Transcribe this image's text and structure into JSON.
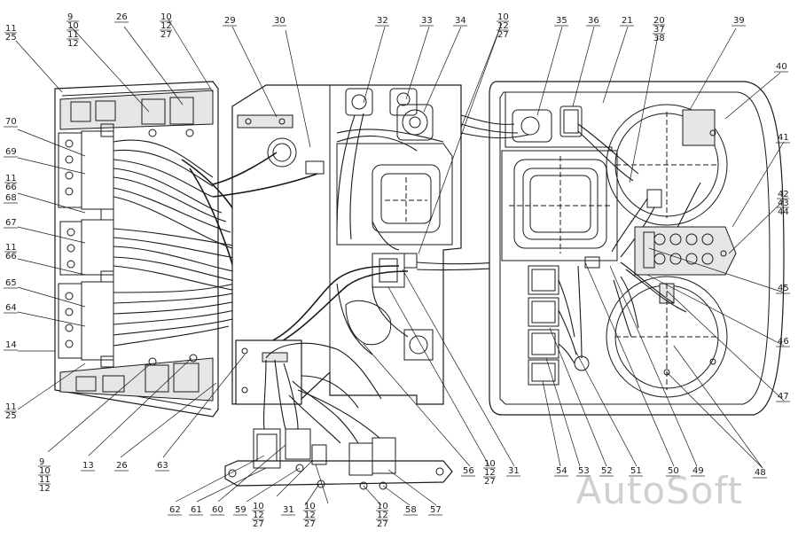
{
  "watermark": "AutoSoft",
  "labels": {
    "l11_25_tl": [
      "11",
      "25"
    ],
    "l9_top": [
      "9",
      "10",
      "11",
      "12"
    ],
    "l26_top": [
      "26"
    ],
    "l10_12_27_top": [
      "10",
      "12",
      "27"
    ],
    "l29": [
      "29"
    ],
    "l30": [
      "30"
    ],
    "l32": [
      "32"
    ],
    "l33": [
      "33"
    ],
    "l34": [
      "34"
    ],
    "l10_12_27_mid": [
      "10",
      "12",
      "27"
    ],
    "l35": [
      "35"
    ],
    "l36": [
      "36"
    ],
    "l21": [
      "21"
    ],
    "l20": [
      "20",
      "37",
      "38"
    ],
    "l39": [
      "39"
    ],
    "l40": [
      "40"
    ],
    "l70": [
      "70"
    ],
    "l69": [
      "69"
    ],
    "l11_66_a": [
      "11",
      "66"
    ],
    "l68": [
      "68"
    ],
    "l67": [
      "67"
    ],
    "l11_66_b": [
      "11",
      "66"
    ],
    "l65": [
      "65"
    ],
    "l64": [
      "64"
    ],
    "l14": [
      "14"
    ],
    "l11_25_bl": [
      "11",
      "25"
    ],
    "l41": [
      "41"
    ],
    "l42": [
      "42",
      "43",
      "44"
    ],
    "l45": [
      "45"
    ],
    "l46": [
      "46"
    ],
    "l47": [
      "47"
    ],
    "l48": [
      "48"
    ],
    "l9_bot": [
      "9",
      "10",
      "11",
      "12"
    ],
    "l13": [
      "13"
    ],
    "l26_bot": [
      "26"
    ],
    "l63": [
      "63"
    ],
    "l62": [
      "62"
    ],
    "l61": [
      "61"
    ],
    "l60": [
      "60"
    ],
    "l59": [
      "59"
    ],
    "l10_12_27_b1": [
      "10",
      "12",
      "27"
    ],
    "l31_b": [
      "31"
    ],
    "l10_12_27_b2": [
      "10",
      "12",
      "27"
    ],
    "l10_12_27_b3": [
      "10",
      "12",
      "27"
    ],
    "l58": [
      "58"
    ],
    "l57": [
      "57"
    ],
    "l56": [
      "56"
    ],
    "l10_12_27_b4": [
      "10",
      "12",
      "27"
    ],
    "l31_r": [
      "31"
    ],
    "l54": [
      "54"
    ],
    "l53": [
      "53"
    ],
    "l52": [
      "52"
    ],
    "l51": [
      "51"
    ],
    "l50": [
      "50"
    ],
    "l49": [
      "49"
    ]
  }
}
